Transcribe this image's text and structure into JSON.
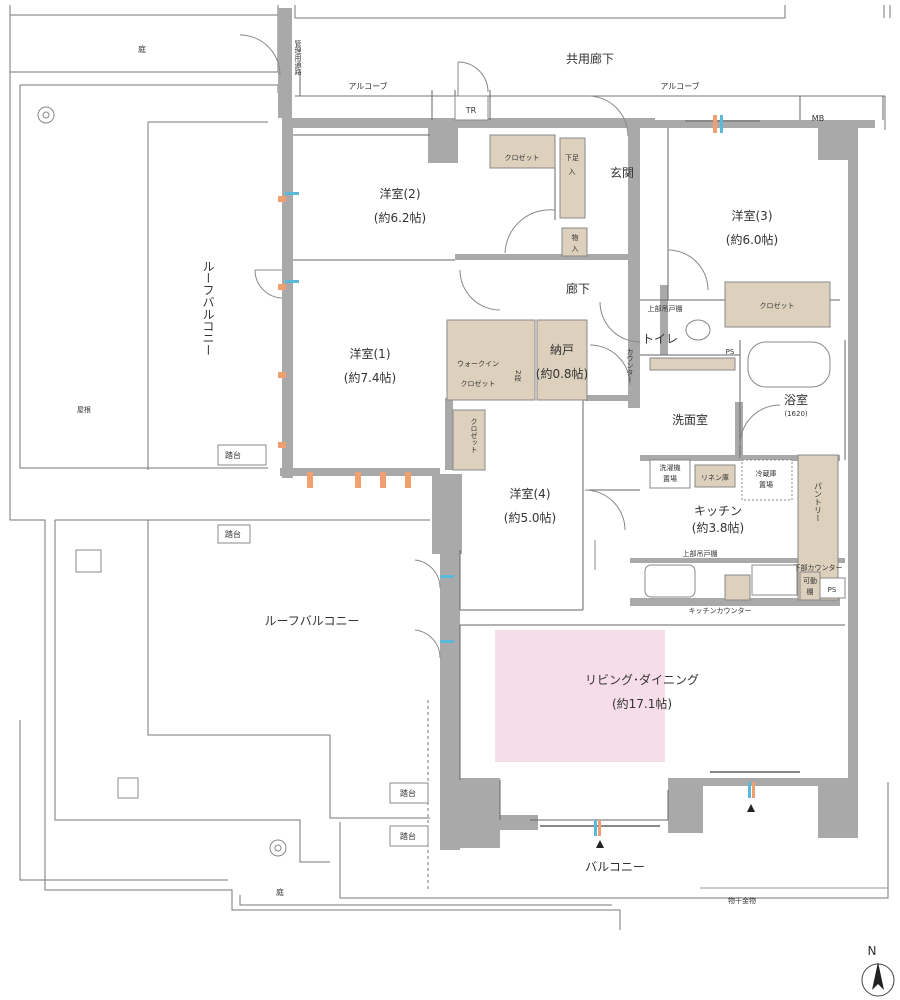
{
  "labels": {
    "common_corridor": "共用廊下",
    "alcove_left": "アルコーブ",
    "alcove_right": "アルコーブ",
    "tr": "TR",
    "mb": "MB",
    "kanri_tsuro": "管理用通路",
    "garden_top": "庭",
    "garden_bottom": "庭",
    "yane": "屋根",
    "roof_balcony_1": "ルーフバルコニー",
    "roof_balcony_2": "ルーフバルコニー",
    "fumidai_1": "踏台",
    "fumidai_2": "踏台",
    "fumidai_3": "踏台",
    "fumidai_4": "踏台",
    "balcony": "バルコニー",
    "monohoshi": "物干金物",
    "north": "N"
  },
  "rooms": {
    "youshitsu2_name": "洋室(2)",
    "youshitsu2_size": "(約6.2帖)",
    "youshitsu3_name": "洋室(3)",
    "youshitsu3_size": "(約6.0帖)",
    "youshitsu1_name": "洋室(1)",
    "youshitsu1_size": "(約7.4帖)",
    "youshitsu4_name": "洋室(4)",
    "youshitsu4_size": "(約5.0帖)",
    "nando_name": "納戸",
    "nando_size": "(約0.8帖)",
    "kitchen_name": "キッチン",
    "kitchen_size": "(約3.8帖)",
    "ld_name": "リビング･ダイニング",
    "ld_size": "(約17.1帖)",
    "genkan": "玄関",
    "rouka": "廊下",
    "toilet": "トイレ",
    "senmen": "洗面室",
    "yokushitsu": "浴室",
    "yokushitsu_size": "(1620)"
  },
  "fixtures": {
    "closet_top": "クロゼット",
    "closet_right": "クロゼット",
    "closet_r4": "クロゼット",
    "walkin_1": "ウォークイン",
    "walkin_2": "クロゼット",
    "nidan": "2段",
    "geta_1": "下足",
    "geta_2": "入",
    "mono_1": "物",
    "mono_2": "入",
    "jobu_toda_1": "上部吊戸棚",
    "jobu_toda_2": "上部吊戸棚",
    "counter_toilet": "カウンター",
    "ps_1": "PS",
    "ps_2": "PS",
    "sentakuki_1": "洗濯機",
    "sentakuki_2": "置場",
    "linen": "リネン庫",
    "reizouko_1": "冷蔵庫",
    "reizouko_2": "置場",
    "pantry": "パントリー",
    "kabu_counter": "下部カウンター",
    "kadou_1": "可動",
    "kadou_2": "棚",
    "kitchen_counter": "キッチンカウンター"
  },
  "colors": {
    "wall": "#a9a9a9",
    "fixture": "#ddd1bd",
    "ld_highlight": "#f7dde8",
    "line": "#666666",
    "aircon_arrow": "#f0a070",
    "aircon_vent": "#5bb8d8"
  }
}
